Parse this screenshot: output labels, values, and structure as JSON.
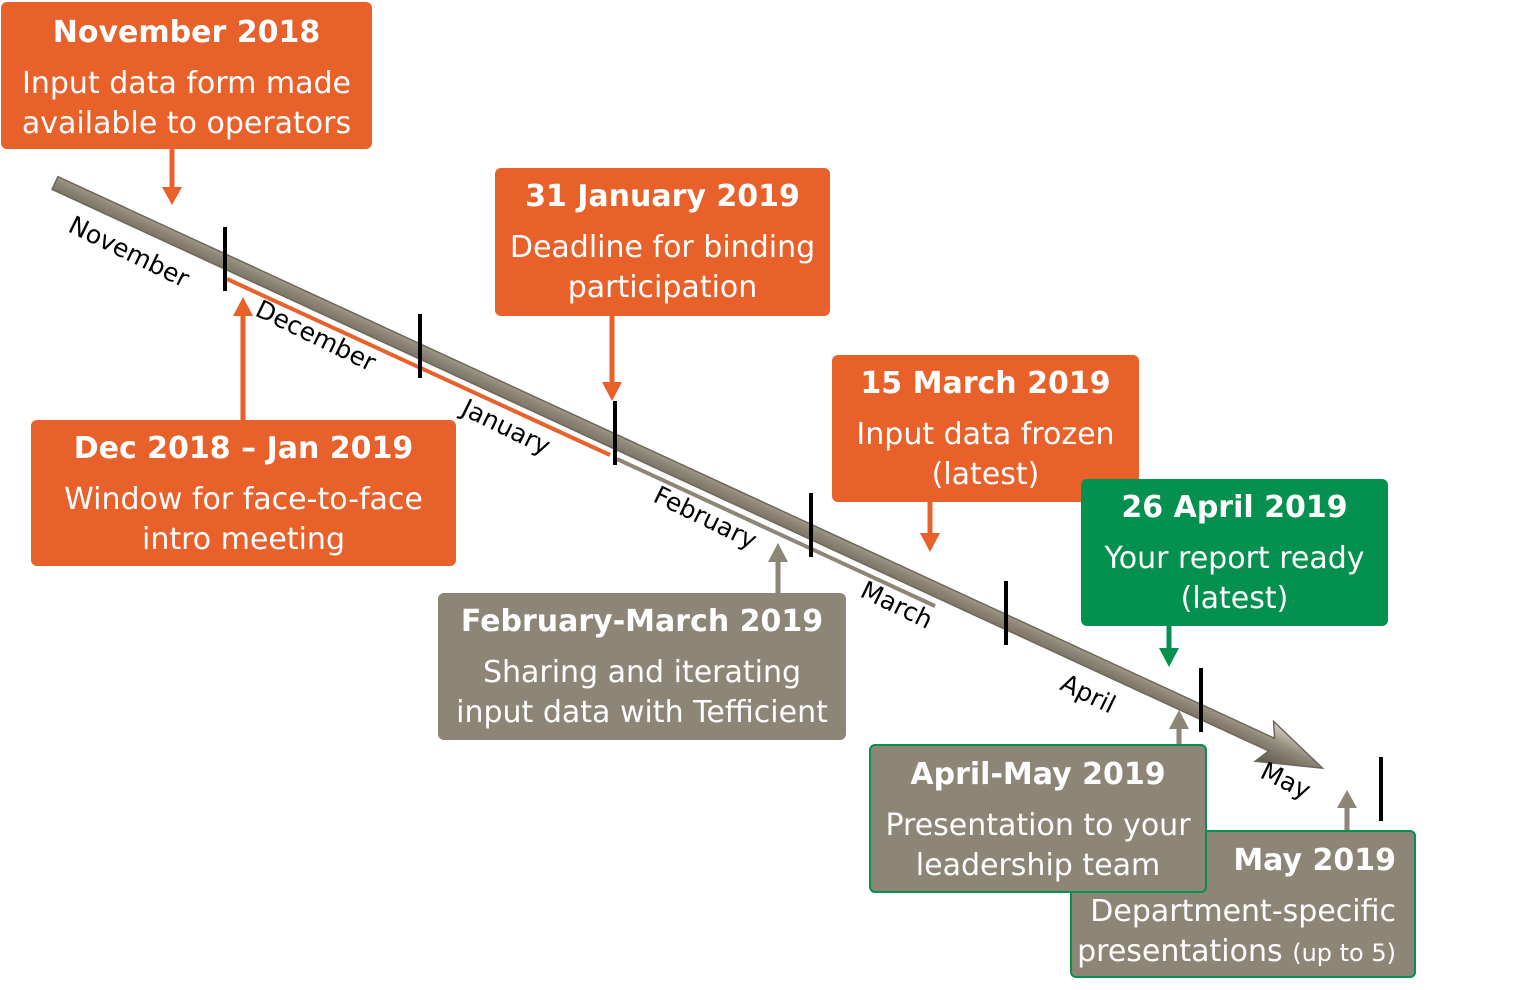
{
  "months": [
    "November",
    "December",
    "January",
    "February",
    "March",
    "April",
    "May"
  ],
  "events": {
    "nov2018": {
      "title": "November 2018",
      "line1": "Input data form made",
      "line2": "available to operators"
    },
    "decjan": {
      "title": "Dec 2018 – Jan 2019",
      "line1": "Window for face-to-face",
      "line2": "intro meeting"
    },
    "jan31": {
      "title": "31 January 2019",
      "line1": "Deadline for binding",
      "line2": "participation"
    },
    "febmar": {
      "title": "February-March 2019",
      "line1": "Sharing and iterating",
      "line2": "input data with Tefficient"
    },
    "mar15": {
      "title": "15 March 2019",
      "line1": "Input data frozen",
      "line2": "(latest)"
    },
    "apr26": {
      "title": "26 April 2019",
      "line1": "Your report ready",
      "line2": "(latest)"
    },
    "aprmay": {
      "title": "April-May 2019",
      "line1": "Presentation to your",
      "line2": "leadership team"
    },
    "may": {
      "title": "May 2019",
      "line1": "Department-specific",
      "line2": "presentations",
      "note": "(up to 5)"
    }
  },
  "colors": {
    "orange": "#e8602a",
    "green": "#04914f",
    "taupe": "#8d8677",
    "timeline": "#8a8475"
  }
}
